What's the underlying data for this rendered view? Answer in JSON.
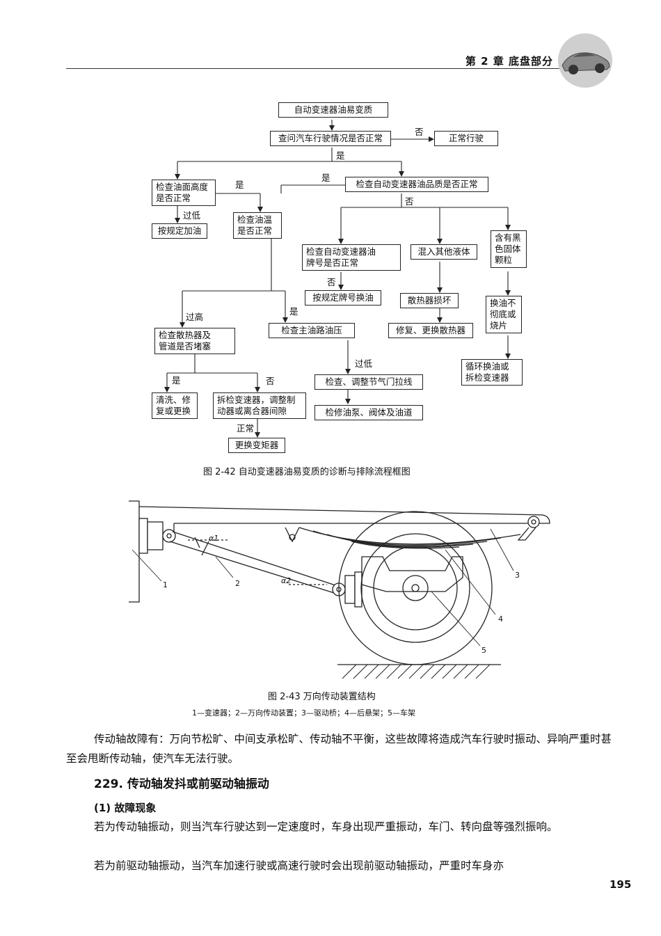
{
  "header": {
    "chapter": "第 2 章  底盘部分"
  },
  "flowchart": {
    "boxes": {
      "b1": "自动变速器油易变质",
      "b2": "查问汽车行驶情况是否正常",
      "b3": "正常行驶",
      "b4": "检查油面高度\n是否正常",
      "b5": "检查自动变速器油品质是否正常",
      "b6": "按规定加油",
      "b7": "检查油温\n是否正常",
      "b8": "检查自动变速器油\n牌号是否正常",
      "b9": "混入其他液体",
      "b10": "含有黑\n色固体\n颗粒",
      "b11": "按规定牌号换油",
      "b12": "散热器损坏",
      "b13": "换油不\n彻底或\n烧片",
      "b14": "检查散热器及\n管道是否堵塞",
      "b15": "检查主油路油压",
      "b16": "修复、更换散热器",
      "b17": "循环换油或\n拆检变速器",
      "b18": "检查、调整节气门拉线",
      "b19": "清洗、修\n复或更换",
      "b20": "拆检变速器，调整制\n动器或离合器间隙",
      "b21": "检修油泵、阀体及油道",
      "b22": "更换变矩器"
    },
    "labels": {
      "l_no1": "否",
      "l_yes1": "是",
      "l_yes2": "是",
      "l_yes3": "是",
      "l_no2": "否",
      "l_low1": "过低",
      "l_no3": "否",
      "l_high": "过高",
      "l_yes4": "是",
      "l_low2": "过低",
      "l_yes5": "是",
      "l_no4": "否",
      "l_normal": "正常"
    },
    "caption": "图 2-42   自动变速器油易变质的诊断与排除流程框图"
  },
  "diagram": {
    "numbers": [
      "1",
      "2",
      "3",
      "4",
      "5"
    ],
    "alpha1": "α1",
    "alpha2": "α2",
    "caption": "图 2-43   万向传动装置结构",
    "legend": "1—变速器；2—万向传动装置；3—驱动桥；4—后悬架；5—车架"
  },
  "body": {
    "para1": "传动轴故障有：万向节松旷、中间支承松旷、传动轴不平衡，这些故障将造成汽车行驶时振动、异响严重时甚至会甩断传动轴，使汽车无法行驶。",
    "heading": "229. 传动轴发抖或前驱动轴振动",
    "subheading": "(1) 故障现象",
    "para2": "若为传动轴振动，则当汽车行驶达到一定速度时，车身出现严重振动，车门、转向盘等强烈振响。",
    "para3": "若为前驱动轴振动，当汽车加速行驶或高速行驶时会出现前驱动轴振动，严重时车身亦"
  },
  "page_number": "195"
}
